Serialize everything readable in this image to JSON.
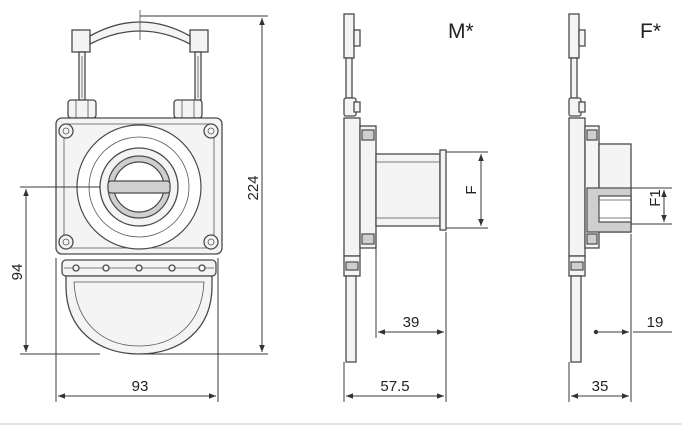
{
  "views": {
    "male_label": "M*",
    "female_label": "F*"
  },
  "dimensions": {
    "overall_height": "224",
    "lower_height": "94",
    "width": "93",
    "male_spigot_length": "39",
    "male_depth": "57.5",
    "thread_male": "F",
    "thread_female": "F1",
    "female_depth": "35",
    "female_socket": "19"
  },
  "colors": {
    "line": "#3a3a3a",
    "fill": "#f4f4f4",
    "rule": "#e4e4e4"
  }
}
